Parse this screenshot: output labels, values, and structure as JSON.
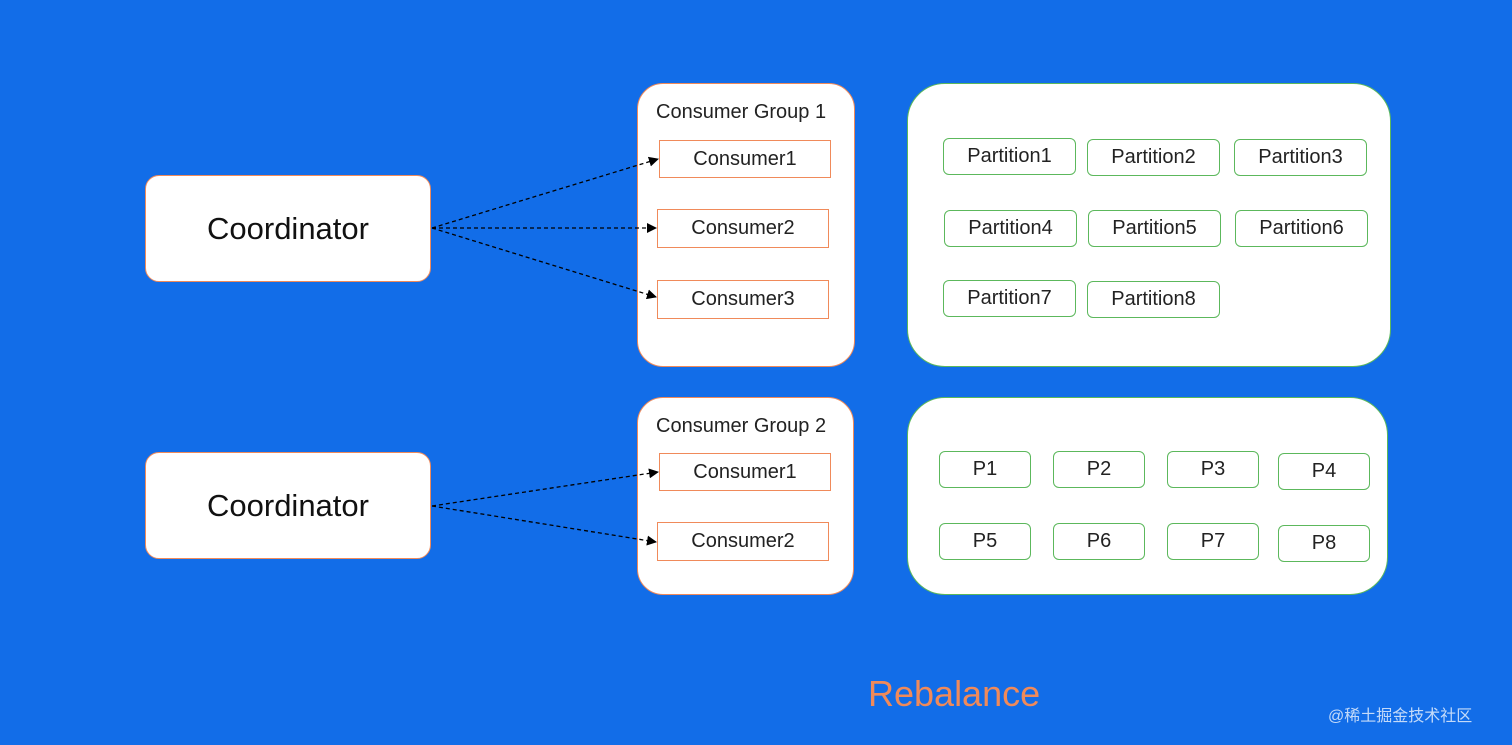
{
  "coordinators": [
    {
      "label": "Coordinator"
    },
    {
      "label": "Coordinator"
    }
  ],
  "groups": [
    {
      "title": "Consumer Group 1",
      "consumers": [
        "Consumer1",
        "Consumer2",
        "Consumer3"
      ],
      "partitions": [
        "Partition1",
        "Partition2",
        "Partition3",
        "Partition4",
        "Partition5",
        "Partition6",
        "Partition7",
        "Partition8"
      ]
    },
    {
      "title": "Consumer Group 2",
      "consumers": [
        "Consumer1",
        "Consumer2"
      ],
      "partitions": [
        "P1",
        "P2",
        "P3",
        "P4",
        "P5",
        "P6",
        "P7",
        "P8"
      ]
    }
  ],
  "caption": "Rebalance",
  "watermark": "@稀土掘金技术社区",
  "colors": {
    "background": "#126de8",
    "consumer_border": "#f08a5a",
    "partition_border": "#5cb85c",
    "caption": "#f08a5a"
  }
}
